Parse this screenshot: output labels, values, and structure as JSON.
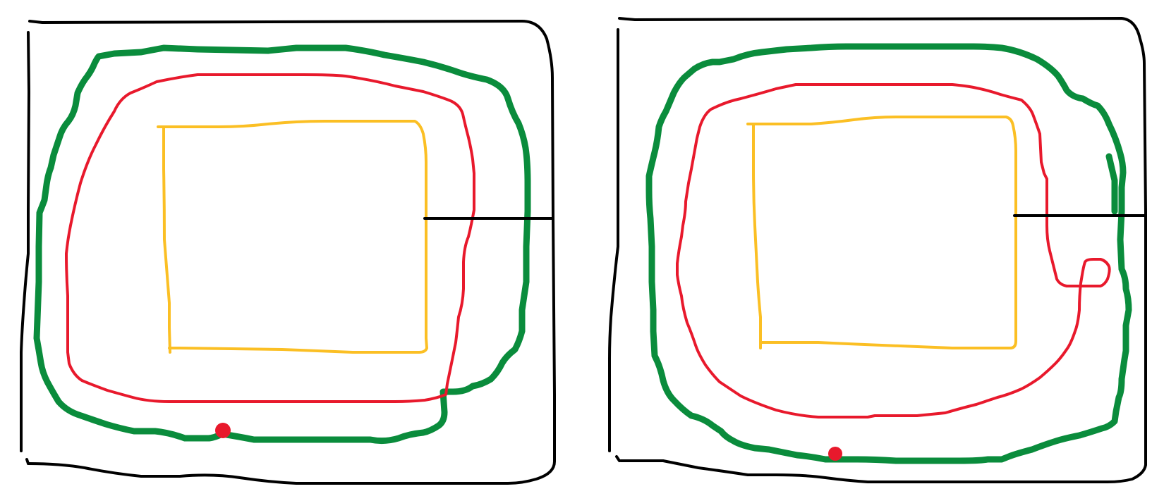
{
  "colors": {
    "background": "#ffffff",
    "boundary": "#000000",
    "outer_loop": "#0a8c3c",
    "middle_loop": "#e8192c",
    "inner_loop": "#fbbf24",
    "marker": "#e8192c"
  },
  "panels": [
    {
      "id": "left",
      "elements": [
        "outer-boundary",
        "inner-square",
        "red-loop",
        "green-loop",
        "connector-line",
        "red-dot"
      ]
    },
    {
      "id": "right",
      "elements": [
        "outer-boundary",
        "inner-square",
        "red-loop-with-twist",
        "green-loop",
        "connector-line",
        "red-dot"
      ]
    }
  ]
}
